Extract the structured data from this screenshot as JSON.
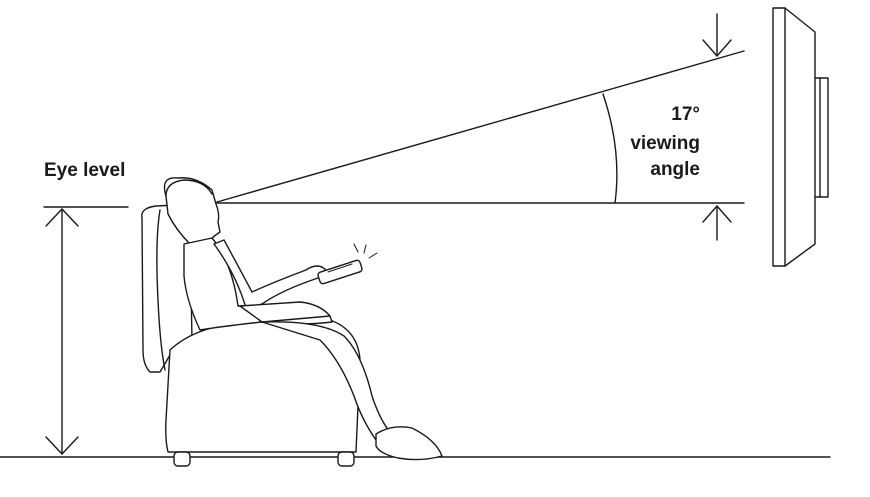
{
  "labels": {
    "eye_level": "Eye level",
    "angle_value": "17°",
    "angle_word1": "viewing",
    "angle_word2": "angle"
  },
  "colors": {
    "line": "#1a1a1a",
    "background": "#ffffff"
  }
}
